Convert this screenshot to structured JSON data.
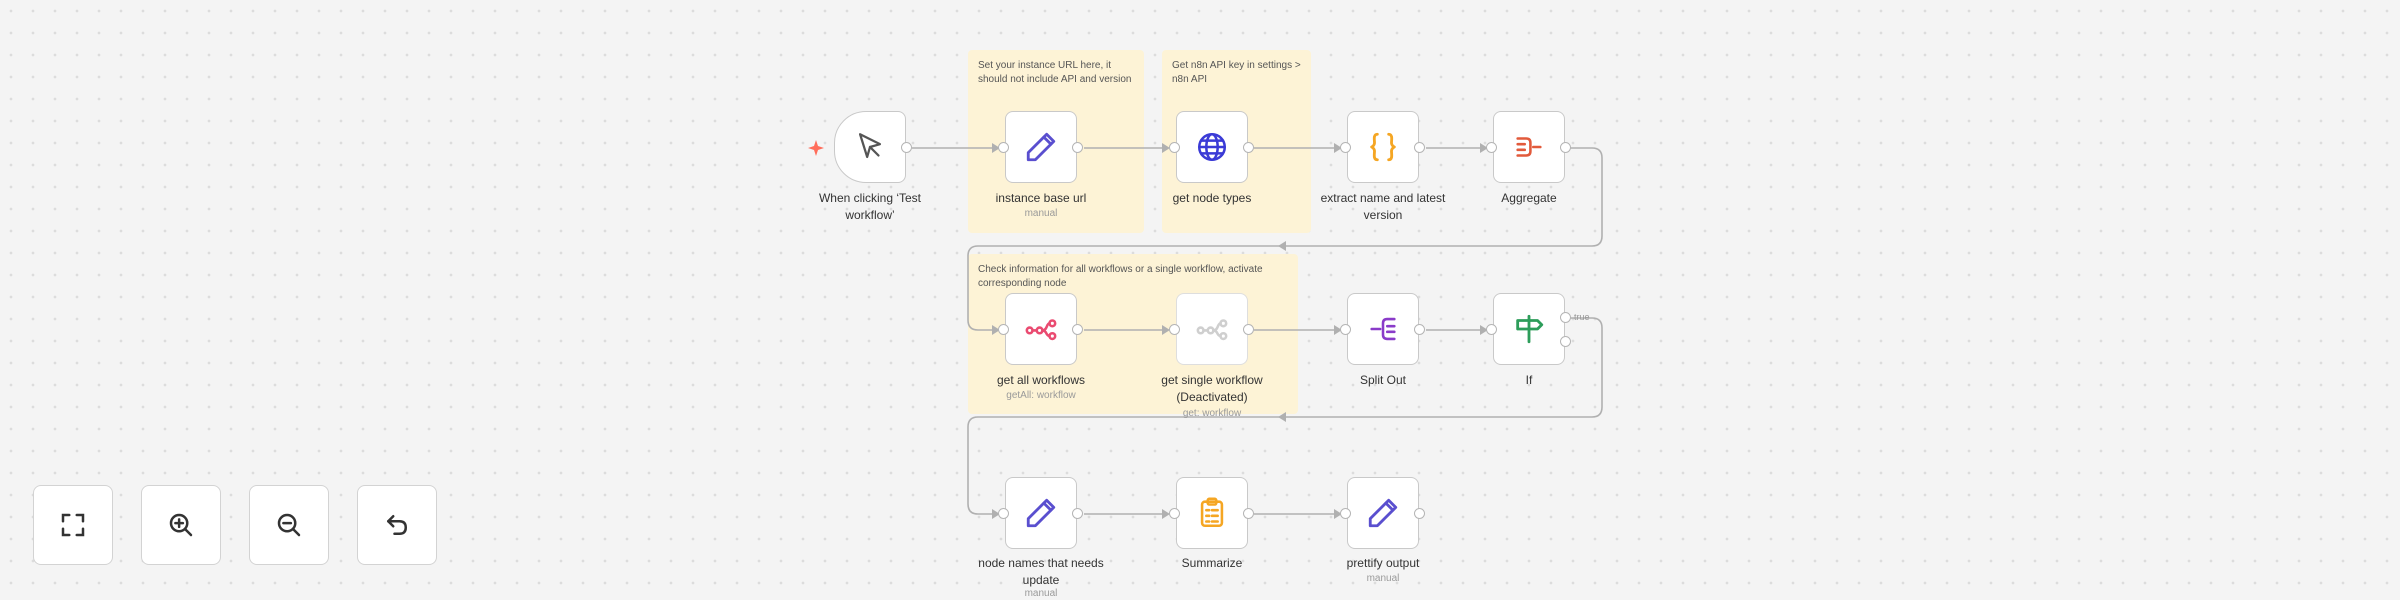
{
  "notes": {
    "instance": "Set your instance URL here, it should not include API and version",
    "apikey": "Get n8n API key in settings > n8n API",
    "check": "Check information for all workflows or a single workflow, activate corresponding node"
  },
  "nodes": {
    "trigger": {
      "label": "When clicking ‘Test workflow’",
      "icon": "cursor-icon"
    },
    "instance_base_url": {
      "label": "instance base url",
      "sub": "manual",
      "icon": "pencil-icon"
    },
    "get_node_types": {
      "label": "get node types",
      "icon": "globe-icon"
    },
    "extract": {
      "label": "extract name and latest version",
      "icon": "braces-icon"
    },
    "aggregate": {
      "label": "Aggregate",
      "icon": "aggregate-icon"
    },
    "get_all_workflows": {
      "label": "get all workflows",
      "sub": "getAll: workflow",
      "icon": "n8n-icon"
    },
    "get_single_workflow": {
      "label": "get single workflow (Deactivated)",
      "sub": "get: workflow",
      "icon": "n8n-icon"
    },
    "split_out": {
      "label": "Split Out",
      "icon": "split-icon"
    },
    "if": {
      "label": "If",
      "icon": "signpost-icon"
    },
    "node_names": {
      "label": "node names that needs update",
      "sub": "manual",
      "icon": "pencil-icon"
    },
    "summarize": {
      "label": "Summarize",
      "icon": "clipboard-icon"
    },
    "prettify": {
      "label": "prettify output",
      "sub": "manual",
      "icon": "pencil-icon"
    }
  },
  "ports": {
    "if_true": "true"
  },
  "controls": {
    "fit": "fit-view-icon",
    "zoom_in": "zoom-in-icon",
    "zoom_out": "zoom-out-icon",
    "reset": "reset-icon"
  },
  "colors": {
    "sticky": "#fdf3d6",
    "pencil": "#5a4fcf",
    "globe": "#3b3bd6",
    "braces": "#f5a623",
    "aggregate": "#e25a3b",
    "n8n": "#ea4b71",
    "split": "#8a3bc9",
    "if": "#2d9d5a",
    "summarize": "#f5a623",
    "trigger_star": "#ff6d5a"
  }
}
